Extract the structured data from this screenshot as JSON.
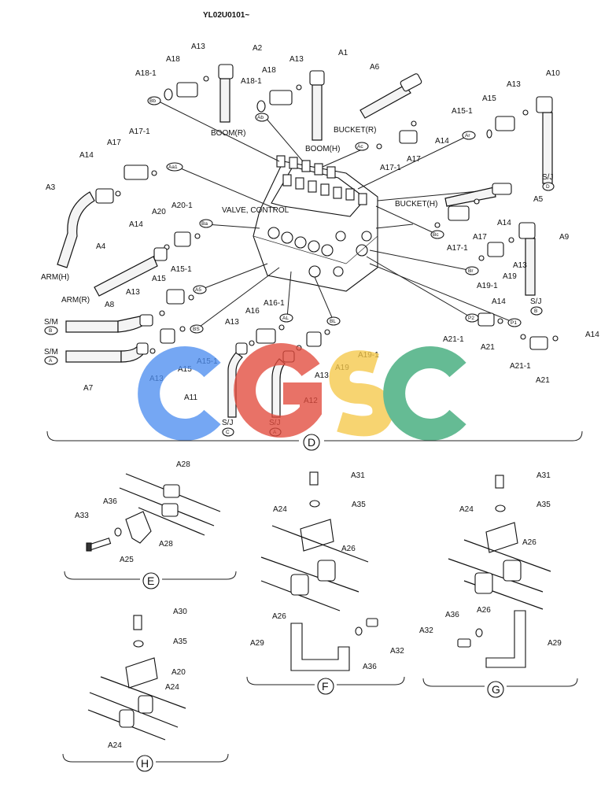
{
  "header": {
    "serial": "YL02U0101~"
  },
  "sections": {
    "D": "D",
    "E": "E",
    "F": "F",
    "G": "G",
    "H": "H"
  },
  "logo": {
    "text": "CGSC",
    "colors": [
      "#4f8ff0",
      "#e24b3d",
      "#f5c84a",
      "#3aa877"
    ]
  },
  "labels": {
    "valve_control": "VALVE, CONTROL",
    "boom_r": "BOOM(R)",
    "boom_h": "BOOM(H)",
    "bucket_r": "BUCKET(R)",
    "bucket_h": "BUCKET(H)",
    "arm_h": "ARM(H)",
    "arm_r": "ARM(R)",
    "sm": "S/M",
    "sj": "S/J"
  },
  "tags": {
    "bb": "Bb",
    "ab": "Ab",
    "ac": "Ac",
    "ar": "Ar",
    "aa1": "Aa1",
    "ba": "Ba",
    "a5": "A5",
    "bs": "BS",
    "al": "AL",
    "bl": "BL",
    "bc": "Bc",
    "br": "Br",
    "p2": "P2",
    "p1": "P1",
    "a": "A",
    "b": "B",
    "c": "C",
    "d": "D"
  },
  "parts": {
    "A1": "A1",
    "A2": "A2",
    "A3": "A3",
    "A4": "A4",
    "A5": "A5",
    "A6": "A6",
    "A7": "A7",
    "A8": "A8",
    "A9": "A9",
    "A10": "A10",
    "A11": "A11",
    "A12": "A12",
    "A13": "A13",
    "A14": "A14",
    "A14_cut": "A14",
    "A15": "A15",
    "A15_1": "A15-1",
    "A16": "A16",
    "A16_1": "A16-1",
    "A17": "A17",
    "A17_1": "A17-1",
    "A18": "A18",
    "A18_1": "A18-1",
    "A19": "A19",
    "A19_1": "A19-1",
    "A20": "A20",
    "A20_1": "A20-1",
    "A21": "A21",
    "A21_1": "A21-1",
    "A24": "A24",
    "A25": "A25",
    "A26": "A26",
    "A28": "A28",
    "A29": "A29",
    "A30": "A30",
    "A31": "A31",
    "A32": "A32",
    "A33": "A33",
    "A35": "A35",
    "A36": "A36"
  }
}
